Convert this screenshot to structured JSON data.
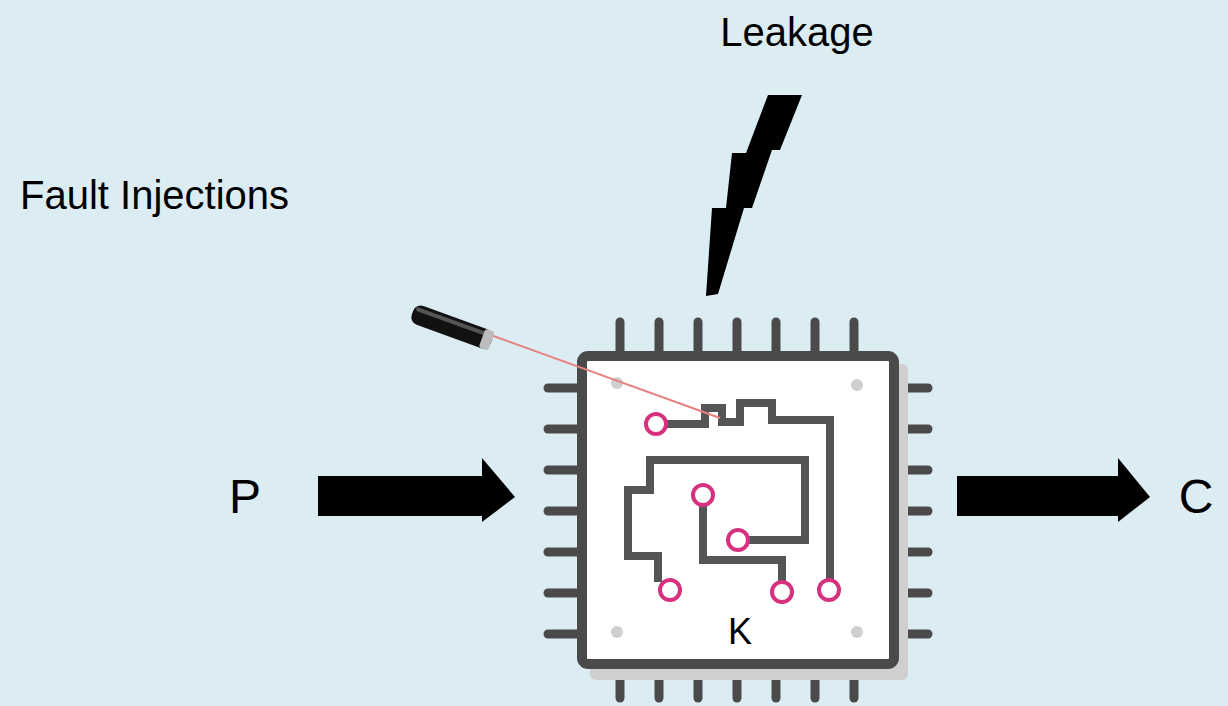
{
  "diagram": {
    "nodes": [
      {
        "text": [
          "K"
        ]
      }
    ],
    "labels": [
      "Leakage",
      "Fault Injections",
      "P",
      "C"
    ]
  }
}
